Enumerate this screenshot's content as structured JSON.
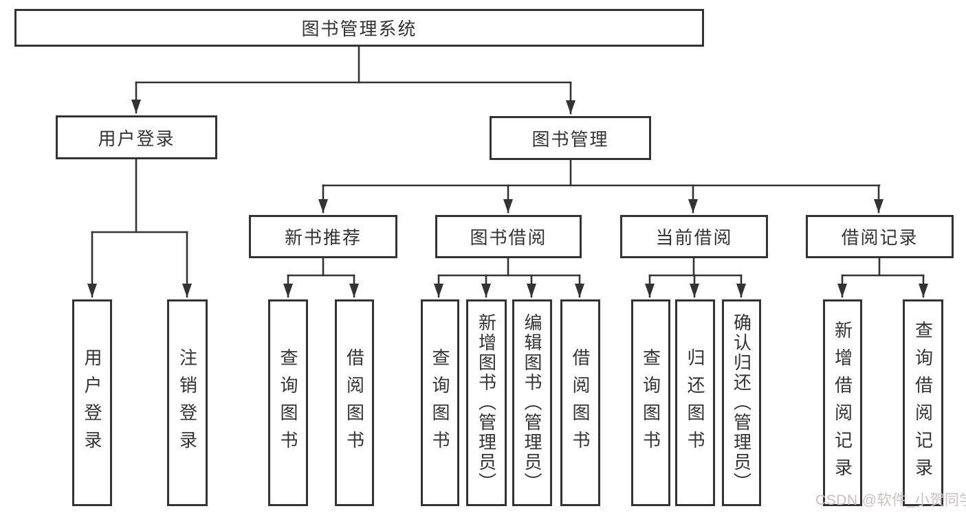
{
  "diagram": {
    "root": {
      "label": "图书管理系统"
    },
    "level2": [
      {
        "label": "用户登录"
      },
      {
        "label": "图书管理"
      }
    ],
    "level3": [
      {
        "label": "新书推荐"
      },
      {
        "label": "图书借阅"
      },
      {
        "label": "当前借阅"
      },
      {
        "label": "借阅记录"
      }
    ],
    "leaves": [
      {
        "label": "用户登录"
      },
      {
        "label": "注销登录"
      },
      {
        "label": "查询图书"
      },
      {
        "label": "借阅图书"
      },
      {
        "label": "查询图书"
      },
      {
        "label": "新增图书（管理员）"
      },
      {
        "label": "编辑图书（管理员）"
      },
      {
        "label": "借阅图书"
      },
      {
        "label": "查询图书"
      },
      {
        "label": "归还图书"
      },
      {
        "label": "确认归还（管理员）"
      },
      {
        "label": "新增借阅记录"
      },
      {
        "label": "查询借阅记录"
      }
    ]
  },
  "watermark": {
    "text": "CSDN @软件_小贺同学"
  },
  "colors": {
    "line": "#333333",
    "box_border": "#333333",
    "box_fill": "#ffffff",
    "text": "#333333",
    "watermark": "#c7c2c2",
    "background": "#ffffff"
  }
}
